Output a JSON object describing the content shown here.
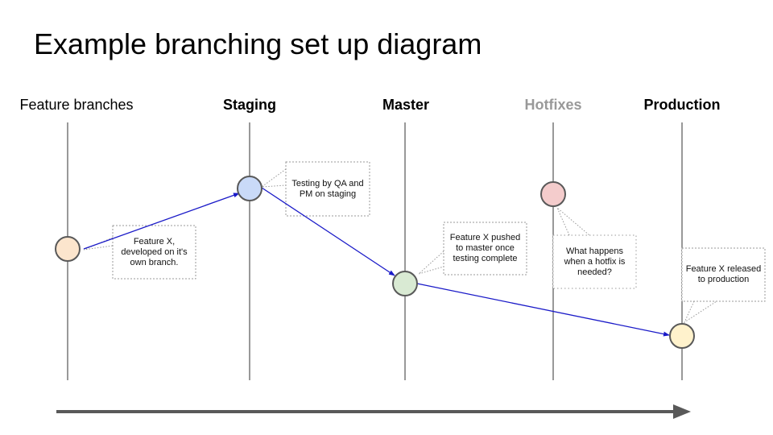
{
  "title": "Example branching set up diagram",
  "lanes": [
    {
      "label": "Feature branches",
      "style": "normal"
    },
    {
      "label": "Staging",
      "style": "bold"
    },
    {
      "label": "Master",
      "style": "bold"
    },
    {
      "label": "Hotfixes",
      "style": "muted"
    },
    {
      "label": "Production",
      "style": "bold"
    }
  ],
  "nodes": [
    {
      "lane": "Feature branches",
      "fill": "#fce5cd",
      "stroke": "#595959"
    },
    {
      "lane": "Staging",
      "fill": "#c9daf8",
      "stroke": "#595959"
    },
    {
      "lane": "Master",
      "fill": "#d9ead3",
      "stroke": "#595959"
    },
    {
      "lane": "Hotfixes",
      "fill": "#f4cccc",
      "stroke": "#595959"
    },
    {
      "lane": "Production",
      "fill": "#fff2cc",
      "stroke": "#595959"
    }
  ],
  "notes": [
    {
      "text": "Feature X, developed on it's own branch."
    },
    {
      "text": "Testing by QA and PM on staging"
    },
    {
      "text": "Feature X pushed to master once testing complete"
    },
    {
      "text": "What happens when a hotfix is needed?"
    },
    {
      "text": "Feature X released to production"
    }
  ],
  "colors": {
    "flow_arrow": "#1a1ac8",
    "lane_line": "#333333",
    "timeline_arrow": "#595959",
    "callout_border": "#999999"
  }
}
